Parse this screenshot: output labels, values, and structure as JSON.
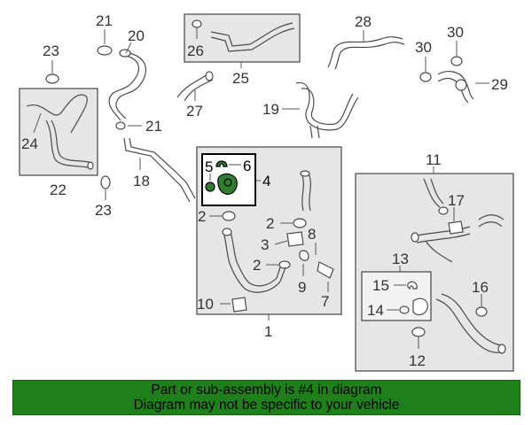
{
  "callouts": {
    "c1": "1",
    "c2": "2",
    "c3": "3",
    "c4": "4",
    "c5": "5",
    "c6": "6",
    "c7": "7",
    "c8": "8",
    "c9": "9",
    "c10": "10",
    "c11": "11",
    "c12": "12",
    "c13": "13",
    "c14": "14",
    "c15": "15",
    "c16": "16",
    "c17": "17",
    "c18": "18",
    "c19": "19",
    "c20": "20",
    "c21": "21",
    "c22": "22",
    "c23": "23",
    "c24": "24",
    "c25": "25",
    "c26": "26",
    "c27": "27",
    "c28": "28",
    "c29": "29",
    "c30": "30"
  },
  "highlight": {
    "part_number": "4",
    "color": "#2f7d2f"
  },
  "banner": {
    "line1": "Part or sub-assembly is #4 in diagram",
    "line2": "Diagram may not be specific to your vehicle",
    "background": "#1f7f1a"
  }
}
